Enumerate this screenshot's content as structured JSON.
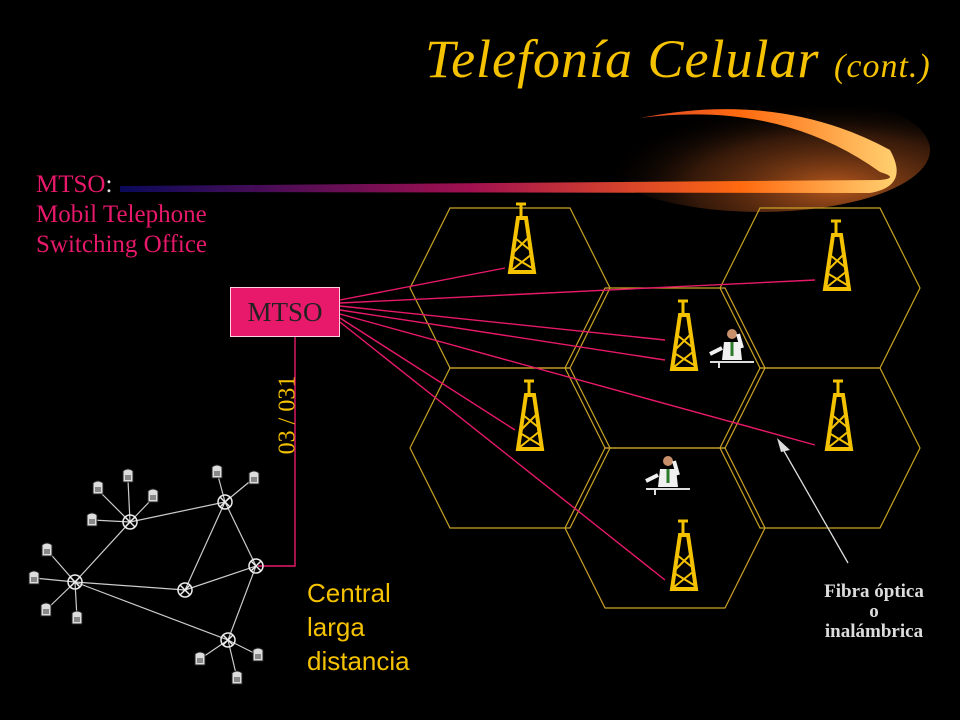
{
  "title": {
    "main": "Telefonía Celular",
    "suffix": "(cont.)"
  },
  "mtso_definition": {
    "abbr": "MTSO",
    "colon": ":",
    "line1": "Mobil Telephone",
    "line2": "Switching Office"
  },
  "mtso_box_label": "MTSO",
  "trunk_label": "03 / 031",
  "central_label": {
    "line1": "Central",
    "line2": "larga",
    "line3": "distancia"
  },
  "link_label": {
    "line1": "Fibra óptica",
    "line2": "o",
    "line3": "inalámbrica"
  },
  "colors": {
    "title": "#f5c200",
    "accent": "#e8196a",
    "hex_outline": "#c9a227",
    "links": "#e8196a"
  },
  "icons": [
    "cell-tower-icon",
    "person-at-desk-icon",
    "telephone-icon",
    "switch-node-icon"
  ]
}
